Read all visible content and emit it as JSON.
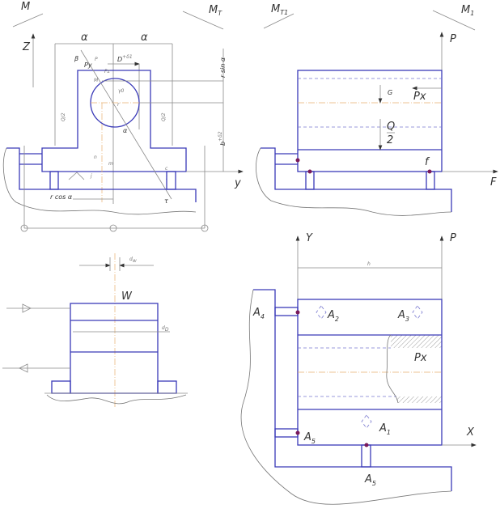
{
  "top_left": {
    "M": "M",
    "MT": {
      "base": "M",
      "sub": "T"
    },
    "Z": "Z",
    "y": "y",
    "alpha_left": "α",
    "alpha_right": "α",
    "D": "D",
    "D_tol": "+δ1",
    "r_sin_a": "r sin α",
    "b": "b",
    "b_tol": "+δ2",
    "r_cos_a": "r cos α",
    "beta": "β",
    "P": "P",
    "Py": "Py",
    "Pz": "Pz",
    "M_pt": "M",
    "gamma0": "γ0",
    "r": "r",
    "alpha_small": "α",
    "n": "n",
    "m": "m",
    "c": "c",
    "l": "l",
    "j": "j",
    "tau": "τ",
    "q_left": "Q/2",
    "q_right": "Q/2"
  },
  "top_right": {
    "MT1": {
      "base": "M",
      "sub": "T1"
    },
    "M1": {
      "base": "M",
      "sub": "1"
    },
    "P": "P",
    "G": "G",
    "Px": "Px",
    "Q": "Q",
    "two": "2",
    "f": "f",
    "F": "F"
  },
  "bottom_left": {
    "dw": {
      "base": "d",
      "sub": "w"
    },
    "W": "W",
    "dD": {
      "base": "d",
      "sub": "D"
    }
  },
  "bottom_right": {
    "Y": "Y",
    "P": "P",
    "h": "h",
    "X": "X",
    "Px": "Px",
    "A4": {
      "base": "A",
      "sub": "4"
    },
    "A2": {
      "base": "A",
      "sub": "2"
    },
    "A3": {
      "base": "A",
      "sub": "3"
    },
    "A1": {
      "base": "A",
      "sub": "1"
    },
    "A5a": {
      "base": "A",
      "sub": "5"
    },
    "A5b": {
      "base": "A",
      "sub": "5"
    }
  },
  "colors": {
    "outline": "#3a3ab8",
    "point": "#7a1a5a",
    "axis": "#e8b070"
  }
}
